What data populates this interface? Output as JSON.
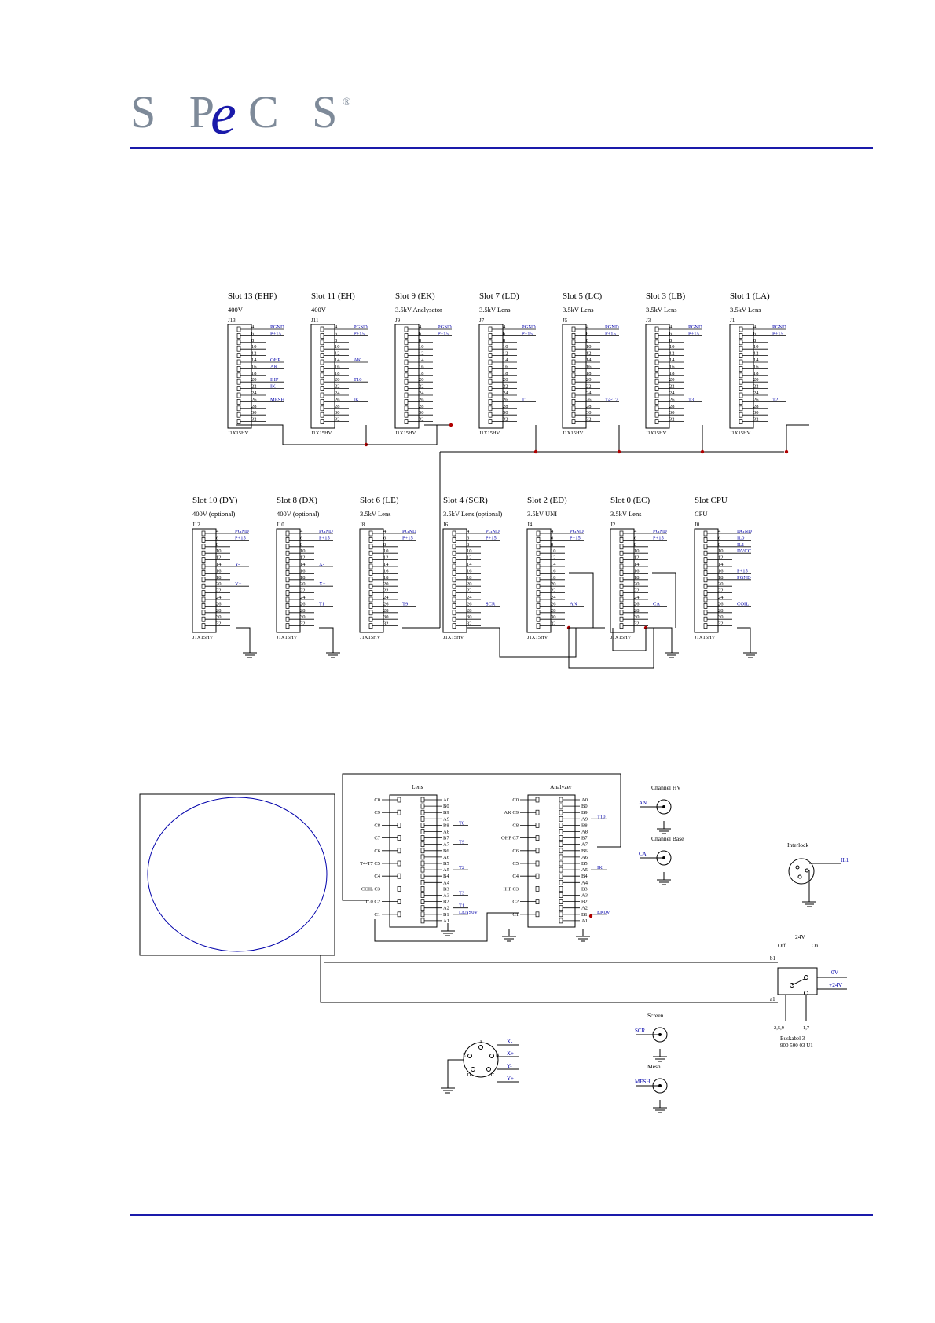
{
  "logo": {
    "left": "S P",
    "mark": "e",
    "right": "C S",
    "reg": "®"
  },
  "colors": {
    "rule": "#1a1aaa",
    "wire": "#000000",
    "signal": "#0000aa",
    "dot": "#b00000"
  },
  "top_row": [
    {
      "name": "Slot 13 (EHP)",
      "sub": "400V",
      "conn": "J13",
      "signals": [
        [
          "PGND",
          4
        ],
        [
          "P+15",
          6
        ],
        [
          "OHP",
          14
        ],
        [
          "AK",
          16
        ],
        [
          "IHP",
          20
        ],
        [
          "IK",
          22
        ],
        [
          "MESH",
          26
        ]
      ]
    },
    {
      "name": "Slot 11 (EH)",
      "sub": "400V",
      "conn": "J11",
      "signals": [
        [
          "PGND",
          4
        ],
        [
          "P+15",
          6
        ],
        [
          "AK",
          14
        ],
        [
          "T10",
          20
        ],
        [
          "IK",
          26
        ]
      ]
    },
    {
      "name": "Slot 9 (EK)",
      "sub": "3.5kV Analysator",
      "conn": "J9",
      "signals": [
        [
          "PGND",
          4
        ],
        [
          "P+15",
          6
        ]
      ],
      "ext": "EK0V"
    },
    {
      "name": "Slot 7 (LD)",
      "sub": "3.5kV Lens",
      "conn": "J7",
      "signals": [
        [
          "PGND",
          4
        ],
        [
          "P+15",
          6
        ],
        [
          "T1",
          26
        ]
      ]
    },
    {
      "name": "Slot 5 (LC)",
      "sub": "3.5kV Lens",
      "conn": "J5",
      "signals": [
        [
          "PGND",
          4
        ],
        [
          "P+15",
          6
        ],
        [
          "T4-T7",
          26
        ]
      ]
    },
    {
      "name": "Slot 3 (LB)",
      "sub": "3.5kV Lens",
      "conn": "J3",
      "signals": [
        [
          "PGND",
          4
        ],
        [
          "P+15",
          6
        ],
        [
          "T3",
          26
        ]
      ]
    },
    {
      "name": "Slot 1 (LA)",
      "sub": "3.5kV Lens",
      "conn": "J1",
      "signals": [
        [
          "PGND",
          4
        ],
        [
          "P+15",
          6
        ],
        [
          "T2",
          26
        ]
      ],
      "ext": "LENS0V"
    }
  ],
  "bottom_row": [
    {
      "name": "Slot 10 (DY)",
      "sub": "400V (optional)",
      "conn": "J12",
      "signals": [
        [
          "PGND",
          4
        ],
        [
          "P+15",
          6
        ],
        [
          "Y-",
          14
        ],
        [
          "Y+",
          20
        ]
      ]
    },
    {
      "name": "Slot 8 (DX)",
      "sub": "400V (optional)",
      "conn": "J10",
      "signals": [
        [
          "PGND",
          4
        ],
        [
          "P+15",
          6
        ],
        [
          "X-",
          14
        ],
        [
          "X+",
          20
        ],
        [
          "T1",
          26
        ]
      ]
    },
    {
      "name": "Slot 6 (LE)",
      "sub": "3.5kV Lens",
      "conn": "J8",
      "signals": [
        [
          "PGND",
          4
        ],
        [
          "P+15",
          6
        ],
        [
          "T9",
          26
        ]
      ]
    },
    {
      "name": "Slot 4 (SCR)",
      "sub": "3.5kV Lens (optional)",
      "conn": "J6",
      "signals": [
        [
          "PGND",
          4
        ],
        [
          "P+15",
          6
        ],
        [
          "SCR",
          26
        ]
      ]
    },
    {
      "name": "Slot 2 (ED)",
      "sub": "3.5kV UNI",
      "conn": "J4",
      "signals": [
        [
          "PGND",
          4
        ],
        [
          "P+15",
          6
        ],
        [
          "AN",
          26
        ]
      ]
    },
    {
      "name": "Slot 0 (EC)",
      "sub": "3.5kV Lens",
      "conn": "J2",
      "signals": [
        [
          "PGND",
          4
        ],
        [
          "P+15",
          6
        ],
        [
          "CA",
          26
        ]
      ]
    },
    {
      "name": "Slot CPU",
      "sub": "CPU",
      "conn": "J0",
      "signals": [
        [
          "DGND",
          4
        ],
        [
          "IL0",
          6
        ],
        [
          "IL1",
          8
        ],
        [
          "DVCC",
          10
        ],
        [
          "P+15",
          16
        ],
        [
          "PGND",
          18
        ],
        [
          "COIL",
          26
        ]
      ]
    }
  ],
  "connector_type": "J1X15HV",
  "pins": [
    "4",
    "6",
    "8",
    "10",
    "12",
    "14",
    "16",
    "18",
    "20",
    "22",
    "24",
    "26",
    "28",
    "30",
    "32"
  ],
  "lens_block": {
    "title": "Lens",
    "left": [
      "C0",
      "C9",
      "C8",
      "C7",
      "C6",
      "T4-T7 C5",
      "C4",
      "COIL C3",
      "IL0 C2",
      "C1"
    ],
    "right": [
      "A0",
      "B0",
      "B9",
      "A9",
      "B8",
      "A8",
      "B7",
      "A7",
      "B6",
      "A6",
      "B5",
      "A5",
      "B4",
      "A4",
      "B3",
      "A3",
      "B2",
      "A2",
      "B1",
      "A1"
    ],
    "signals": [
      [
        "T8",
        4
      ],
      [
        "T9",
        7
      ],
      [
        "T2",
        11
      ],
      [
        "T3",
        15
      ],
      [
        "T1",
        17
      ],
      [
        "LENS0V",
        18
      ]
    ]
  },
  "analyzer_block": {
    "title": "Analyzer",
    "left": [
      "C0",
      "AK C9",
      "C8",
      "OHP C7",
      "C6",
      "C5",
      "C4",
      "IHP C3",
      "C2",
      "C1"
    ],
    "right": [
      "A0",
      "B0",
      "B9",
      "A9",
      "B8",
      "A8",
      "B7",
      "A7",
      "B6",
      "A6",
      "B5",
      "A5",
      "B4",
      "A4",
      "B3",
      "A3",
      "B2",
      "A2",
      "B1",
      "A1"
    ],
    "signals": [
      [
        "T10",
        3
      ],
      [
        "IK",
        11
      ],
      [
        "EK0V",
        18
      ]
    ]
  },
  "channel_hv": {
    "title": "Channel HV",
    "label": "AN"
  },
  "channel_base": {
    "title": "Channel Base",
    "label": "CA"
  },
  "interlock": {
    "title": "Interlock",
    "label": "IL1"
  },
  "switch": {
    "title": "24V",
    "off": "Off",
    "on": "On",
    "b1": "b1",
    "a1": "a1",
    "out1": "0V",
    "out2": "+24V",
    "pins1": "2,5,9",
    "pins2": "1,7",
    "cable1": "Buskabel 3",
    "cable2": "900 500 03 U1"
  },
  "deflector": {
    "letters": [
      "A",
      "B",
      "C",
      "D",
      "E"
    ],
    "labels": [
      "X-",
      "X+",
      "Y-",
      "Y+"
    ]
  },
  "screen": {
    "title": "Screen",
    "label": "SCR"
  },
  "mesh": {
    "title": "Mesh",
    "label": "MESH"
  }
}
